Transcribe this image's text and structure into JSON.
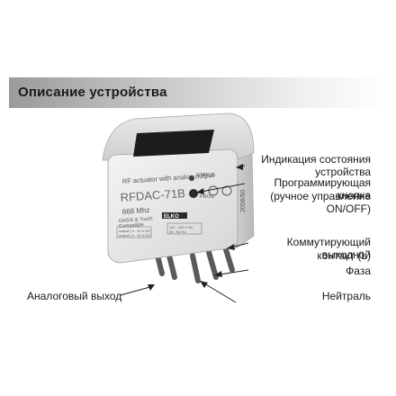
{
  "header": {
    "title": "Описание устройства"
  },
  "device": {
    "top_label": "RF actuator with analog output",
    "model": "RFDAC-71B",
    "frequency": "868 Mhz",
    "status_label": "STATUS",
    "prog_label": "PROG",
    "brand": "ELKO",
    "compat_line1": "OASiS & Touch",
    "compat_line2": "Compatible",
    "specs_left_1": "output | 0 - 10 V DC",
    "specs_left_2": "output | 0 - 10 V DC",
    "specs_right_1": "110 - 230 V AC",
    "specs_right_2": "50 - 60 Hz",
    "side_text": "2056/50"
  },
  "callouts": {
    "status_indication": "Индикация состояния устройства",
    "prog_button_line1": "Программирующая кнопка",
    "prog_button_line2": "(ручное управление ON/OFF)",
    "output_contact_line1": "Коммутирующий выходной",
    "output_contact_line2": "контакт (L)",
    "phase": "Фаза",
    "neutral": "Нейтраль",
    "analog_output": "Аналоговый выход"
  }
}
